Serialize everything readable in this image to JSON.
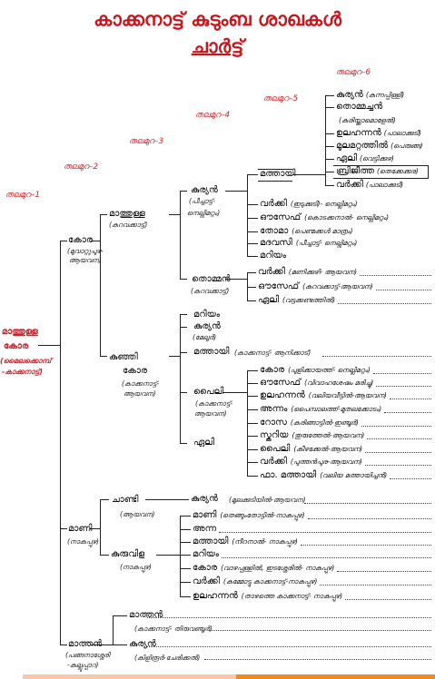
{
  "title": {
    "line1": "കാക്കനാട്ട് കുടുംബ ശാഖകൾ",
    "line2": "ചാർട്ട്"
  },
  "generations": [
    "തലമുറ–1",
    "തലമുറ–2",
    "തലമുറ–3",
    "തലമുറ–4",
    "തലമുറ–5",
    "തലമുറ–6"
  ],
  "root": {
    "name": "മാത്തുള്ള",
    "name2": "കോര",
    "note": "(മൈലക്കൊമ്പ്",
    "note2": "-കാക്കനാട്ട്)"
  },
  "g2": {
    "kora": {
      "name": "കോര",
      "note": "(മുവാറ്റുപുഴ-",
      "note2": "ആയവന)"
    },
    "mani": {
      "name": "മാണി",
      "note": "(നാകപ്പുഴ)"
    },
    "mathan": {
      "name": "മാത്തൻ",
      "note": "(പങ്ങനാശ്ശേരി",
      "note2": "-കല്ലൂപ്പാറ)"
    }
  },
  "g3": {
    "mathulla": {
      "name": "മാത്തുള്ള",
      "note": "(കുറവക്കാട്ട്)"
    },
    "kunjikora": {
      "name": "കുഞ്ഞി",
      "name2": "കോര",
      "note": "(കാക്കനാട്ട്-",
      "note2": "ആയവന)"
    },
    "chandi": {
      "name": "ചാണ്ടി",
      "note": "(ആയവന)"
    },
    "kuruvila": {
      "name": "കുരുവിള",
      "note": "(നാകപ്പുഴ)"
    },
    "mathan2": {
      "name": "മാത്തൻ",
      "note": "(കാക്കനാട്ട്- തിരുവഞ്ചൂർ)"
    },
    "kurian3": {
      "name": "കുര്യൻ",
      "note": "(കിളിരൂർ-ചേരിക്കൽ)"
    }
  },
  "g4": {
    "kurian": {
      "name": "കുര്യൻ",
      "note": "(പീച്ചാട്ട്-",
      "note2": "നെല്ലിമറ്റം)"
    },
    "thomman": {
      "name": "തൊമ്മൻ",
      "note": "(കുറവക്കാട്ട്)"
    },
    "mariyam": {
      "name": "മറിയം"
    },
    "kurian2": {
      "name": "കുര്യൻ",
      "note": "(മേലൂർ)"
    },
    "mathai2": {
      "name": "മത്തായി",
      "note": "(കാക്കനാട്ട്- ആനിക്കാട്)"
    },
    "paily": {
      "name": "പൈലി",
      "note": "(കാക്കനാട്ട്-",
      "note2": "ആയവന)"
    },
    "eli": {
      "name": "ഏലി"
    },
    "kurian4": {
      "name": "കുര്യൻ",
      "note": "(മൂലക്കുടിയിൽ-ആയവന)"
    }
  },
  "kuruvila_children": [
    {
      "name": "മാണി",
      "note": "(തെങ്ങുംതോട്ടിൽ-നാകപ്പുഴ)"
    },
    {
      "name": "അന്ന",
      "note": ""
    },
    {
      "name": "മത്തായി",
      "note": "(നീറനാൽ- നാകപ്പുഴ)"
    },
    {
      "name": "മറിയം",
      "note": ""
    },
    {
      "name": "കോര",
      "note": "(വാഴപ്പള്ളിൽ, ഇടശ്ശേരിൽ- നാകപ്പുഴ)"
    },
    {
      "name": "വർക്കി",
      "note": "(കമ്മോട്ടു കാക്കനാട്ട്-നാകപ്പുഴ)"
    },
    {
      "name": "ഉലഹന്നൻ",
      "note": "(താഴത്തെ കാക്കനാട്ട്- നാകപ്പുഴ)"
    }
  ],
  "kurian_children": {
    "mathai": {
      "name": "മത്തായി"
    },
    "list": [
      {
        "name": "വർക്കി",
        "note": "(ഇടുക്കുടി)- നെല്ലിമറ്റം)"
      },
      {
        "name": "ഔസേഫ്",
        "note": "(കൊടക്കനാൽ- നെല്ലിമറ്റം)"
      },
      {
        "name": "തോമാ",
        "note": "(പെണ്മക്കൾ മാത്രം)"
      },
      {
        "name": "മദവസി",
        "note": "(പീച്ചാട്ട്- നെല്ലിമറ്റം)"
      },
      {
        "name": "മറിയം",
        "note": ""
      }
    ]
  },
  "thomman_children": [
    {
      "name": "വർക്കി",
      "note": "(മണിക്കുഴി- ആയവന)"
    },
    {
      "name": "ഔസേഫ്",
      "note": "(കുറവക്കാട്ട്-ആയവന)"
    },
    {
      "name": "ഏലി",
      "note": "(വട്ടക്കണ്ടത്തിൽ)"
    }
  ],
  "mathai_children": [
    {
      "name": "കുര്യൻ",
      "note": "(കുന്നപ്പിള്ളി)"
    },
    {
      "name": "തൊമ്മച്ചൻ",
      "note": ""
    },
    {
      "name": "",
      "note": "(കുരിയ്ക്കാമൊളേൽ)"
    },
    {
      "name": "ഉലഹന്നൻ",
      "note": "(പാലാക്കുടി)"
    },
    {
      "name": "മൂലമറ്റത്തിൽ",
      "note": "(പെരുങ്ങ)"
    },
    {
      "name": "ഏലി",
      "note": "(വെട്ടിക്കുഴ)"
    },
    {
      "name": "ബ്രിജീത്ത",
      "note": "(തെക്കേക്കര)"
    },
    {
      "name": "വർക്കി",
      "note": "(പാലാക്കുടി)"
    }
  ],
  "paily_children": [
    {
      "name": "കോര",
      "note": "(പുളിക്കായത്ത്- നെല്ലിമറ്റം)"
    },
    {
      "name": "ഔസേഫ്",
      "note": "(വിവാഹശേഷം മരിച്ചു)"
    },
    {
      "name": "ഉലഹന്നൻ",
      "note": "(വലിയവീട്ടിൽ-ആയവന)"
    },
    {
      "name": "അന്നം",
      "note": "(പൈമ്പാലത്ത്-മുതലക്കോടം)"
    },
    {
      "name": "റോസ",
      "note": "(കരിങ്ങാട്ടിൽ-ഇഞ്ചൂർ)"
    },
    {
      "name": "സ്കറിയ",
      "note": "(തുരുത്തേൽ-ആയവന)"
    },
    {
      "name": "പൈലി",
      "note": "(കീഴക്കേൽ-ആയവന)"
    },
    {
      "name": "വർക്കി",
      "note": "(പുത്തൻപുര-ആയവന)"
    },
    {
      "name": "ഫാ. മത്തായി",
      "note": "(വലിയ മത്തായിച്ചൻ)"
    }
  ],
  "colors": {
    "accent": "#d2232a",
    "bar_light": "#f7c9a8",
    "bar_dark": "#f08a1e"
  }
}
